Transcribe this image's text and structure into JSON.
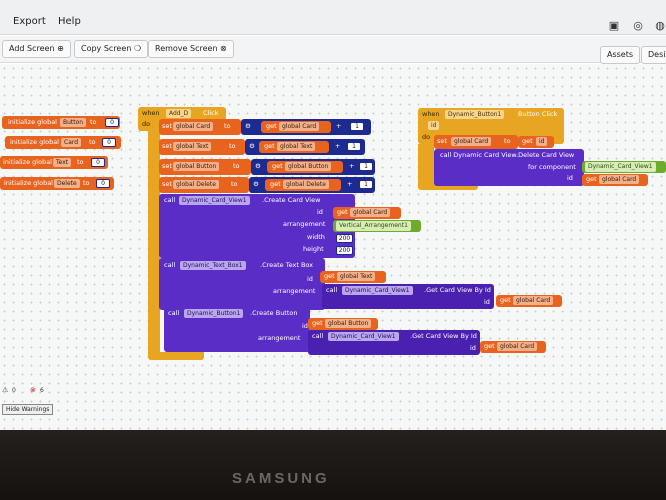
{
  "menubar": {
    "items": [
      "Export",
      "Help"
    ]
  },
  "toolbar": {
    "add_screen": "Add Screen ⊕",
    "copy_screen": "Copy Screen ❍",
    "remove_screen": "Remove Screen ⊗",
    "assets": "Assets",
    "designer": "Designer"
  },
  "globals": [
    {
      "label": "initialize global",
      "name": "Button",
      "to": "to",
      "value": "0"
    },
    {
      "label": "initialize global",
      "name": "Card",
      "to": "to",
      "value": "0"
    },
    {
      "label": "initialize global",
      "name": "Text",
      "to": "to",
      "value": "0"
    },
    {
      "label": "initialize global",
      "name": "Delete",
      "to": "to",
      "value": "0"
    }
  ],
  "event1": {
    "when": "when",
    "component": "Add_D",
    "event": "Click",
    "do": "do",
    "sets": [
      {
        "set": "set",
        "var": "global Card",
        "to": "to",
        "get": "get",
        "gvar": "global Card",
        "op": "+",
        "n": "1"
      },
      {
        "set": "set",
        "var": "global Text",
        "to": "to",
        "get": "get",
        "gvar": "global Text",
        "op": "+",
        "n": "1"
      },
      {
        "set": "set",
        "var": "global Button",
        "to": "to",
        "get": "get",
        "gvar": "global Button",
        "op": "+",
        "n": "1"
      },
      {
        "set": "set",
        "var": "global Delete",
        "to": "to",
        "get": "get",
        "gvar": "global Delete",
        "op": "+",
        "n": "1"
      }
    ],
    "call1": {
      "call": "call",
      "component": "Dynamic_Card_View1",
      "method": ".Create Card View",
      "id_label": "id",
      "get": "get",
      "id_var": "global Card",
      "arr_label": "arrangement",
      "arr_value": "Vertical_Arrangement1",
      "width_label": "width",
      "width": "200",
      "height_label": "height",
      "height": "200"
    },
    "call2": {
      "call": "call",
      "component": "Dynamic_Text_Box1",
      "method": ".Create Text Box",
      "id_label": "id",
      "get": "get",
      "id_var": "global Text",
      "arr_label": "arrangement",
      "inner_call": "call",
      "inner_component": "Dynamic_Card_View1",
      "inner_method": ".Get Card View By Id",
      "inner_id": "id",
      "inner_get": "get",
      "inner_var": "global Card"
    },
    "call3": {
      "call": "call",
      "component": "Dynamic_Button1",
      "method": ".Create Button",
      "id_label": "id",
      "get": "get",
      "id_var": "global Button",
      "arr_label": "arrangement",
      "inner_call": "call",
      "inner_component": "Dynamic_Card_View1",
      "inner_method": ".Get Card View By Id",
      "inner_id": "id",
      "inner_get": "get",
      "inner_var": "global Card"
    }
  },
  "event2": {
    "when": "when",
    "component": "Dynamic_Button1",
    "event": "Button Click",
    "param": "id",
    "do": "do",
    "set": "set",
    "var": "global Card",
    "to": "to",
    "get": "get",
    "gvar": "id",
    "call": "call Dynamic Card View.Delete Card View",
    "for_component": "for component",
    "component_value": "Dynamic_Card_View1",
    "id_label": "id",
    "id_get": "get",
    "id_var": "global Card"
  },
  "warnings": {
    "warn_count": "0",
    "error_count": "6",
    "hide": "Hide Warnings"
  },
  "monitor": {
    "brand": "SAMSUNG"
  }
}
